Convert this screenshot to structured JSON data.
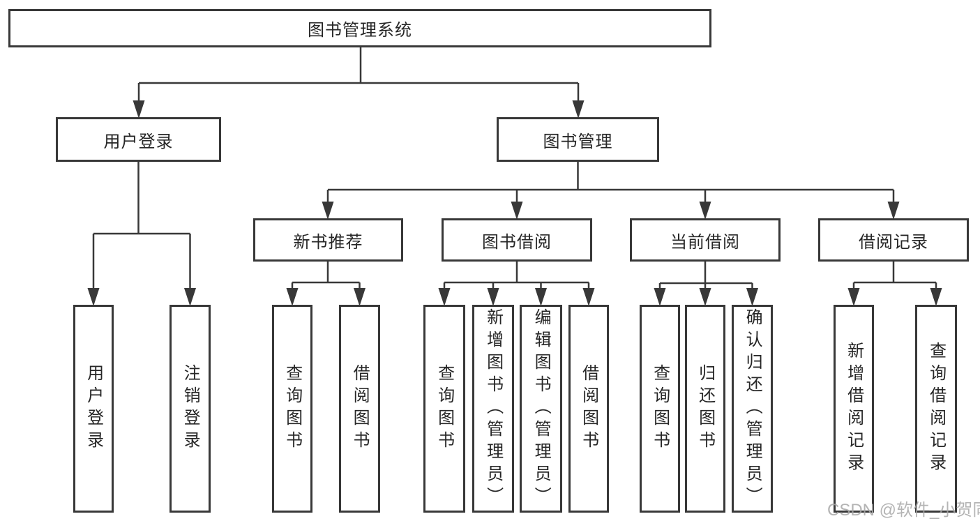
{
  "diagram_title": "图书管理系统",
  "colors": {
    "line": "#383838",
    "text": "#262626",
    "watermark": "#a8a8a8",
    "background": "#ffffff"
  },
  "tree": {
    "label": "图书管理系统",
    "children": [
      {
        "label": "用户登录",
        "children": [
          {
            "label": "用户登录"
          },
          {
            "label": "注销登录"
          }
        ]
      },
      {
        "label": "图书管理",
        "children": [
          {
            "label": "新书推荐",
            "children": [
              {
                "label": "查询图书"
              },
              {
                "label": "借阅图书"
              }
            ]
          },
          {
            "label": "图书借阅",
            "children": [
              {
                "label": "查询图书"
              },
              {
                "label": "新增图书（管理员）"
              },
              {
                "label": "编辑图书（管理员）"
              },
              {
                "label": "借阅图书"
              }
            ]
          },
          {
            "label": "当前借阅",
            "children": [
              {
                "label": "查询图书"
              },
              {
                "label": "归还图书"
              },
              {
                "label": "确认归还（管理员）"
              }
            ]
          },
          {
            "label": "借阅记录",
            "children": [
              {
                "label": "新增借阅记录"
              },
              {
                "label": "查询借阅记录"
              }
            ]
          }
        ]
      }
    ]
  },
  "watermark": {
    "text": "CSDN @软件_小贺同学"
  }
}
